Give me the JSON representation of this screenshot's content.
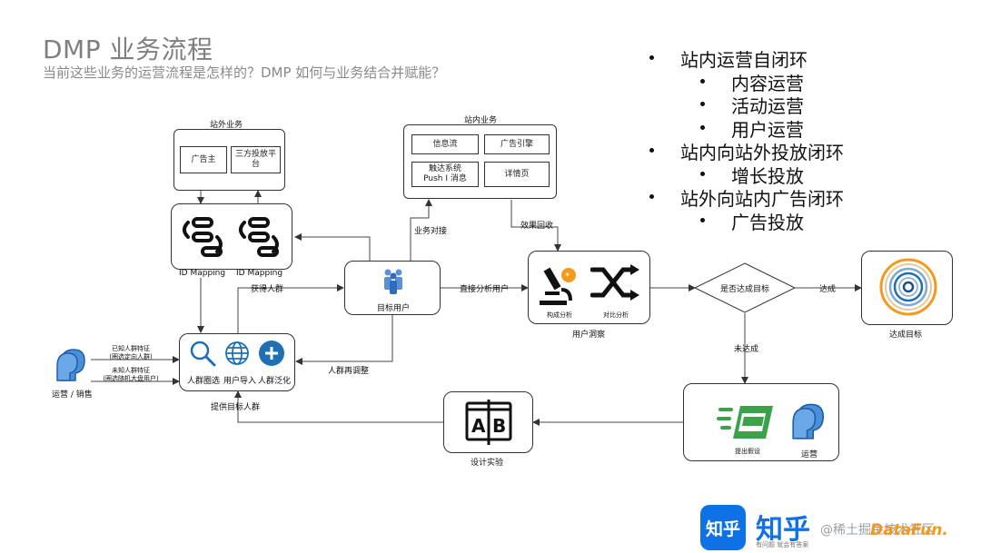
{
  "title": "DMP 业务流程",
  "subtitle": "当前这些业务的运营流程是怎样的？DMP 如何与业务结合并赋能？",
  "bullets": [
    {
      "level": 1,
      "text": "站内运营自闭环"
    },
    {
      "level": 2,
      "text": "内容运营"
    },
    {
      "level": 2,
      "text": "活动运营"
    },
    {
      "level": 2,
      "text": "用户运营"
    },
    {
      "level": 1,
      "text": "站内向站外投放闭环"
    },
    {
      "level": 2,
      "text": "增长投放"
    },
    {
      "level": 1,
      "text": "站外向站内广告闭环"
    },
    {
      "level": 2,
      "text": "广告投放"
    }
  ],
  "offsite": {
    "title": "站外业务",
    "items": [
      "广告主",
      "三方投放平台"
    ]
  },
  "onsite": {
    "title": "站内业务",
    "items": [
      "信息流",
      "广告引擎",
      "触达系统\nPush I 消息",
      "详情页"
    ]
  },
  "id_mapping": {
    "labels": [
      "ID Mapping",
      "ID Mapping"
    ]
  },
  "target_user": {
    "label": "目标用户"
  },
  "crowd": {
    "labels": [
      "人群圈选",
      "用户导入",
      "人群泛化"
    ],
    "caption": "提供目标人群"
  },
  "operator": {
    "label": "运营 / 销售",
    "known": "已知人群特征\n(圈选定向人群)",
    "unknown": "未知人群特征\n(圈选随机大盘用户)"
  },
  "insight": {
    "labels": [
      "构成分析",
      "对比分析"
    ],
    "caption": "用户洞察"
  },
  "decision": {
    "label": "是否达成目标",
    "yes": "达成",
    "no": "未达成"
  },
  "goal": {
    "label": "达成目标"
  },
  "hypothesis": {
    "label": "提出假设",
    "op_label": "运营"
  },
  "experiment": {
    "label": "设计实验"
  },
  "edges": {
    "business": "业务对接",
    "feedback": "效果回收",
    "get_crowd": "获得人群",
    "direct": "直接分析用户",
    "readjust": "人群再调整"
  },
  "watermark": {
    "brand": "知乎",
    "sub": "有问题 就会有答案",
    "handle": "@稀土掘金技术社区",
    "logo": "DataFun."
  },
  "colors": {
    "blue": "#1f6fb5",
    "green": "#3aa34a",
    "orange": "#f39a1e",
    "zhihu": "#0e72e6"
  }
}
